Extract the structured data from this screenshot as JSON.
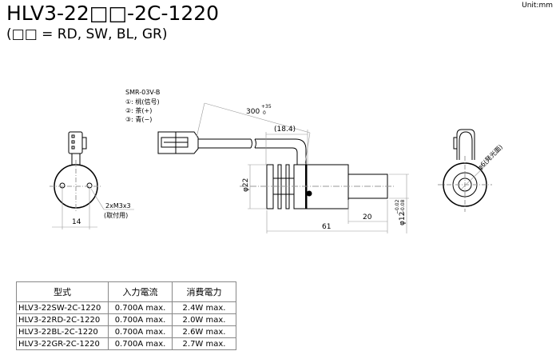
{
  "title": "HLV3-22□□-2C-1220",
  "subtitle": "(□□ = RD, SW, BL, GR)",
  "unit": "Unit:mm",
  "drawing": {
    "connector_model": "SMR-03V-B",
    "pin1": "①: 桃(信号)",
    "pin2": "②: 茶(+)",
    "pin3": "③: 青(−)",
    "cable_length": "300",
    "cable_tol_plus": "+35",
    "cable_tol_minus": "0",
    "bend_dim": "(18.4)",
    "diameter_body": "φ22",
    "diameter_tube": "φ12",
    "tube_tol_upper": "−0.02",
    "tube_tol_lower": "−0.08",
    "length_total": "61",
    "length_tube": "20",
    "hole_pitch": "14",
    "mount_holes": "2xM3x3",
    "mount_note": "(取付用)",
    "emit_diameter": "φ6(発光面)"
  },
  "table": {
    "headers": [
      "型式",
      "入力電流",
      "消費電力"
    ],
    "rows": [
      [
        "HLV3-22SW-2C-1220",
        "0.700A max.",
        "2.4W max."
      ],
      [
        "HLV3-22RD-2C-1220",
        "0.700A max.",
        "2.0W max."
      ],
      [
        "HLV3-22BL-2C-1220",
        "0.700A max.",
        "2.6W max."
      ],
      [
        "HLV3-22GR-2C-1220",
        "0.700A max.",
        "2.7W max."
      ]
    ]
  }
}
